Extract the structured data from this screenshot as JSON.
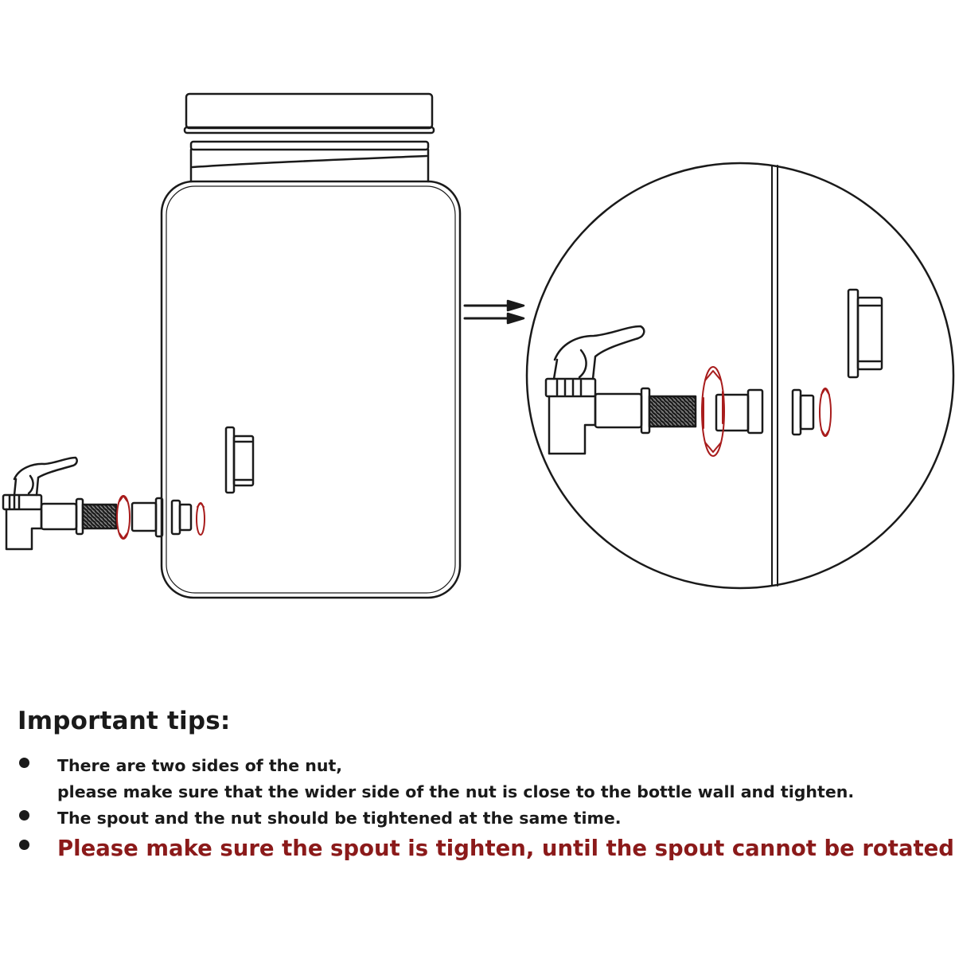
{
  "tips": {
    "title": "Important tips:",
    "items": [
      {
        "lines": [
          "There are two sides of the nut,",
          "please make sure that the wider side of the nut is close to the bottle wall and tighten."
        ],
        "highlight": false
      },
      {
        "lines": [
          "The spout and the nut should be tightened at the same time."
        ],
        "highlight": false
      },
      {
        "lines": [
          "Please make sure the spout is tighten, until the spout cannot be rotated"
        ],
        "highlight": true
      }
    ]
  },
  "colors": {
    "line": "#1a1a1a",
    "arrow_red": "#a81c1c",
    "highlight_text": "#8b1a1a"
  },
  "icons": [
    "jar",
    "spout",
    "nut",
    "rotation-arrows",
    "double-arrow",
    "zoom-circle"
  ]
}
